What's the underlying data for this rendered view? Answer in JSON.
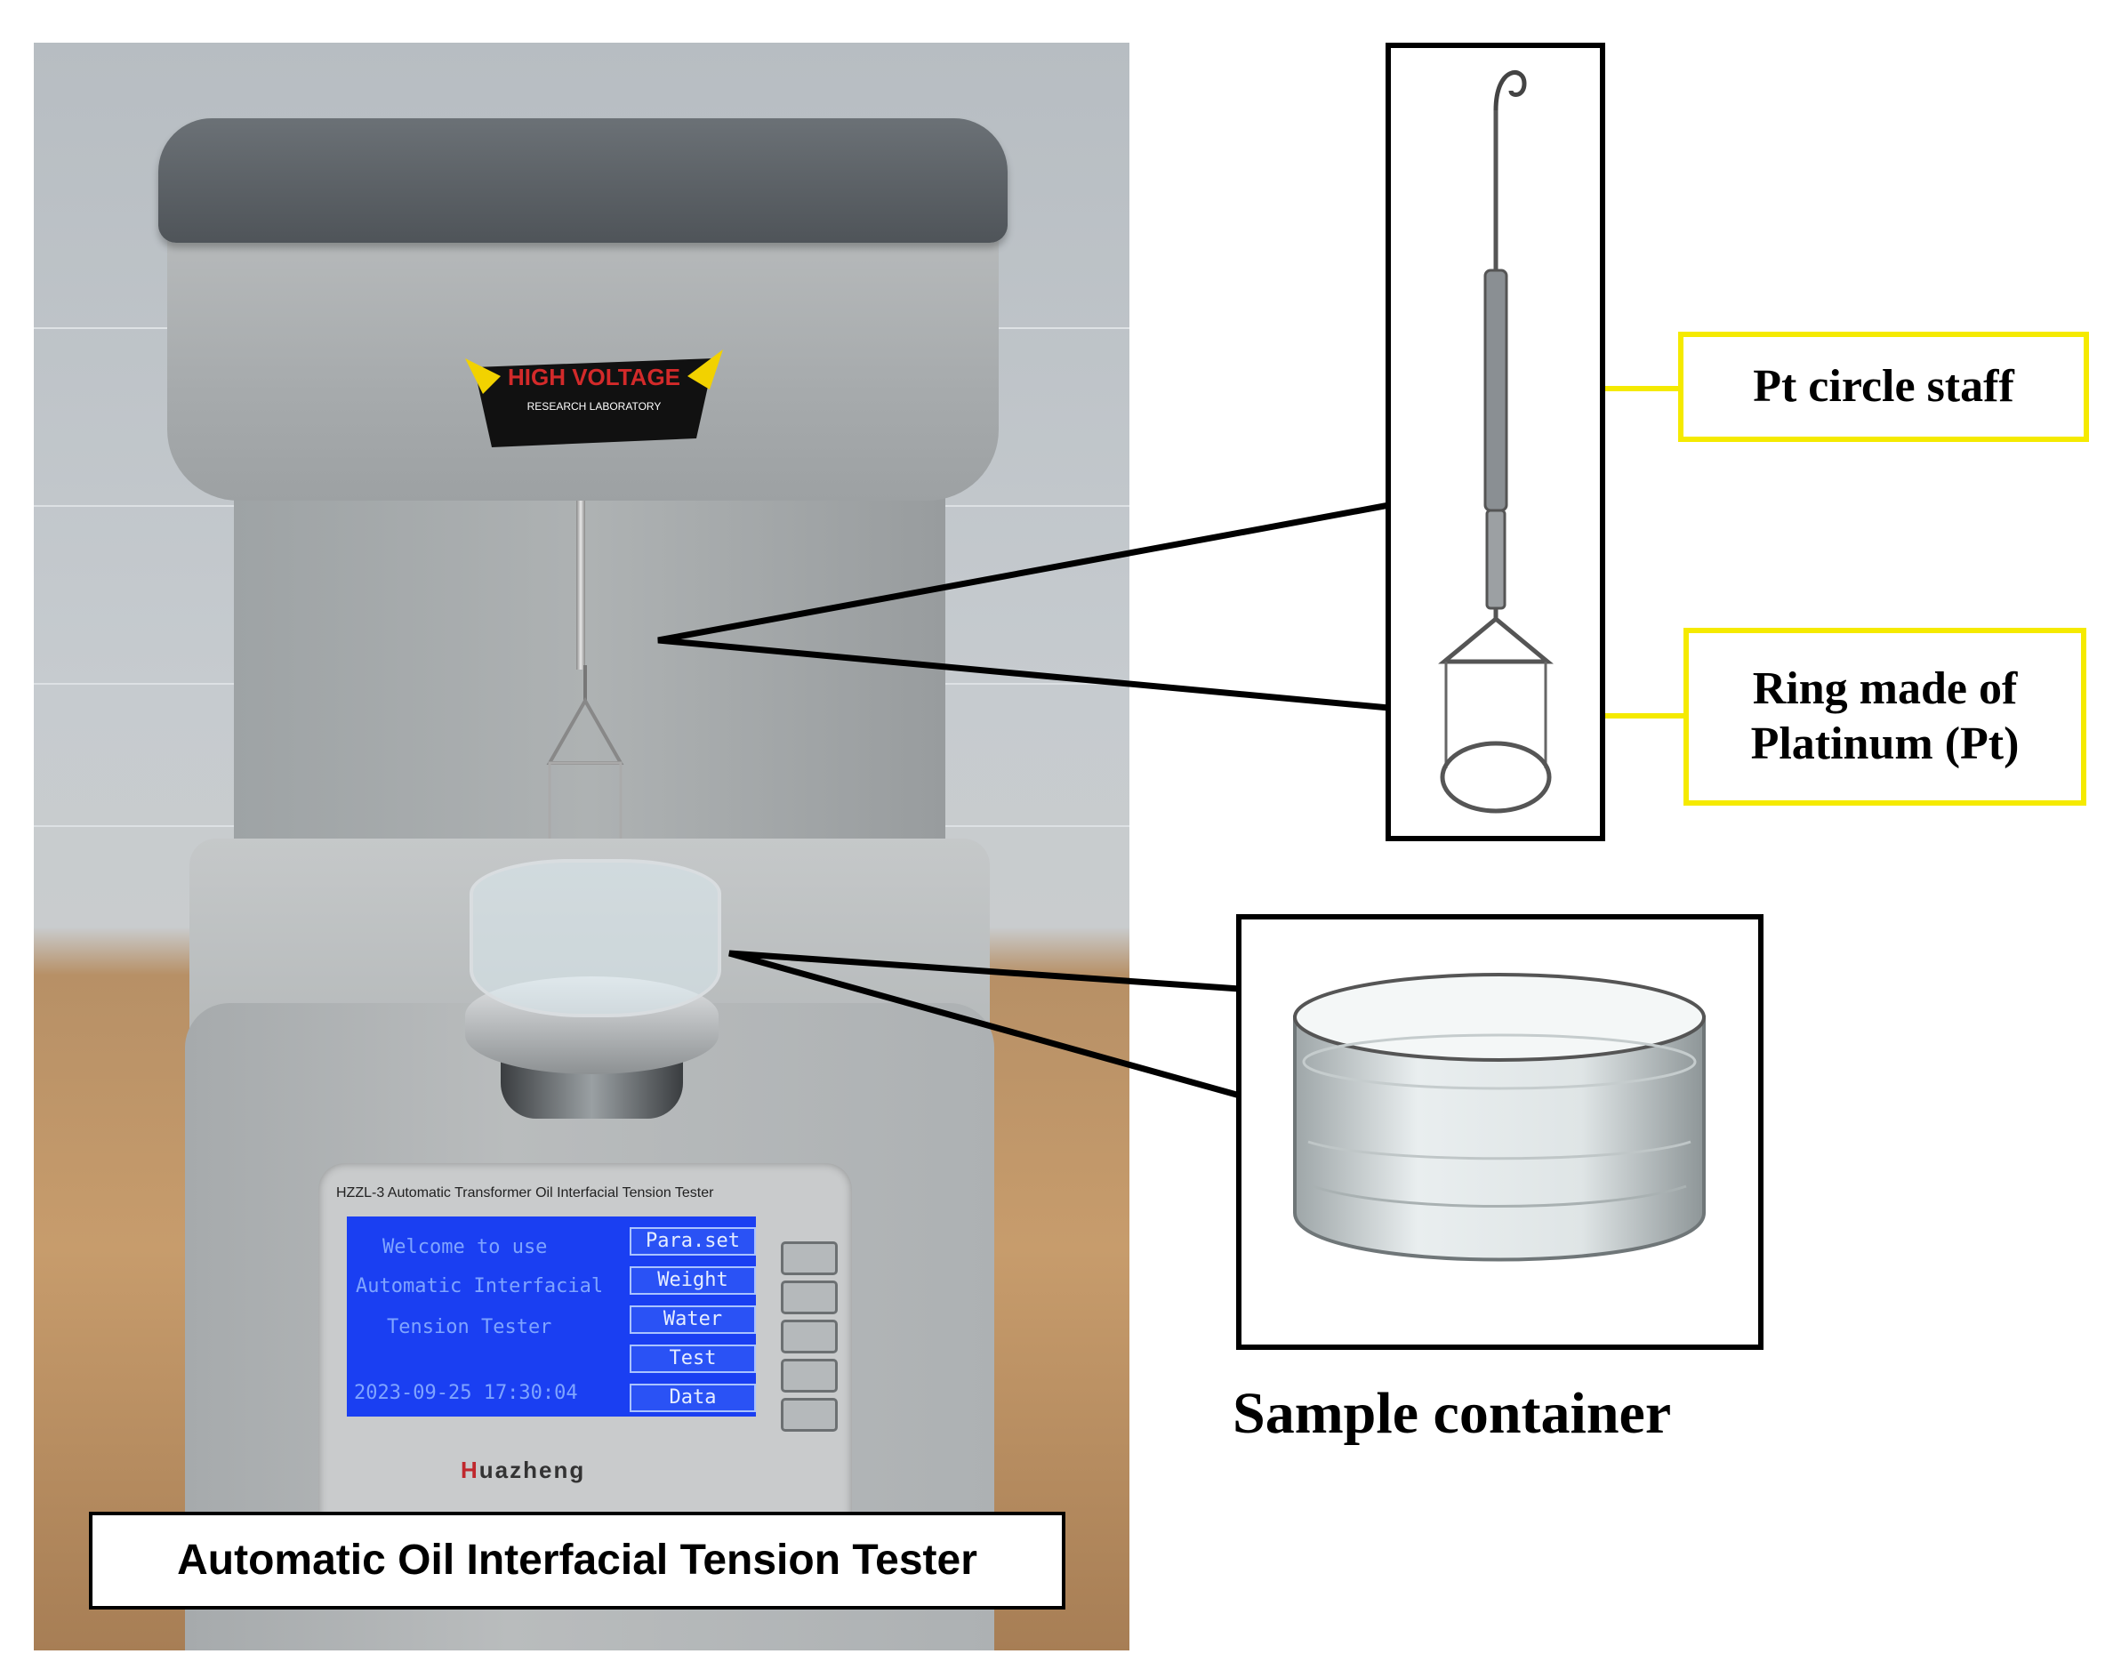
{
  "colors": {
    "caption_border": "#000000",
    "label_border": "#f5ea00",
    "arrow": "#f5ea00",
    "lcd_background": "#1a3ff2",
    "brand_accent": "#c0282d"
  },
  "figure": {
    "main_caption": "Automatic Oil Interfacial Tension Tester",
    "callouts": {
      "staff_label": "Pt circle staff",
      "ring_label_line1": "Ring made of",
      "ring_label_line2": "Platinum (Pt)",
      "sample_caption": "Sample container"
    }
  },
  "device": {
    "model_strip": "HZZL-3 Automatic Transformer Oil Interfacial Tension Tester",
    "brand": "Huazheng",
    "badge_title": "HIGH VOLTAGE",
    "badge_line1": "RESEARCH LABORATORY",
    "lcd": {
      "welcome_lines": [
        "Welcome to use",
        "Automatic Interfacial",
        "Tension Tester"
      ],
      "datetime": "2023-09-25 17:30:04",
      "buttons": [
        "Para.set",
        "Weight",
        "Water",
        "Test",
        "Data"
      ]
    }
  },
  "icons": [
    "hook-ring-probe-icon",
    "glass-beaker-icon",
    "arrow-left-icon"
  ]
}
